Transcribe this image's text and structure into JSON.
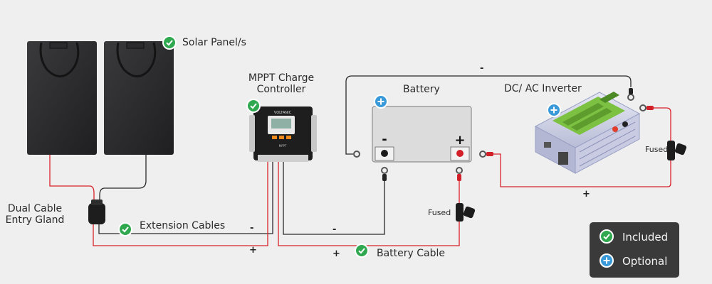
{
  "labels": {
    "solar_panels": "Solar Panel/s",
    "mppt_line1": "MPPT Charge",
    "mppt_line2": "Controller",
    "battery": "Battery",
    "inverter": "DC/ AC Inverter",
    "gland_line1": "Dual Cable",
    "gland_line2": "Entry Gland",
    "extension_cables": "Extension Cables",
    "battery_cable": "Battery Cable",
    "fused_left": "Fused",
    "fused_right": "Fused",
    "controller_brand": "VOLTANIC",
    "controller_model": "MPPT"
  },
  "polarity": {
    "top_negative": "-",
    "inverter_positive": "+",
    "extension_negative": "-",
    "extension_positive": "+",
    "battery_negative_wire": "-",
    "battery_positive_wire": "+",
    "battery_terminal_negative": "-",
    "battery_terminal_positive": "+"
  },
  "legend": {
    "included": "Included",
    "optional": "Optional"
  },
  "colors": {
    "background": "#efefef",
    "included_green": "#2fa84f",
    "optional_blue": "#3a9ad9",
    "positive_wire": "#d8232a",
    "negative_wire": "#2a2a2a",
    "inverter_green": "#7cc142",
    "legend_bg": "#3a3a3a"
  }
}
